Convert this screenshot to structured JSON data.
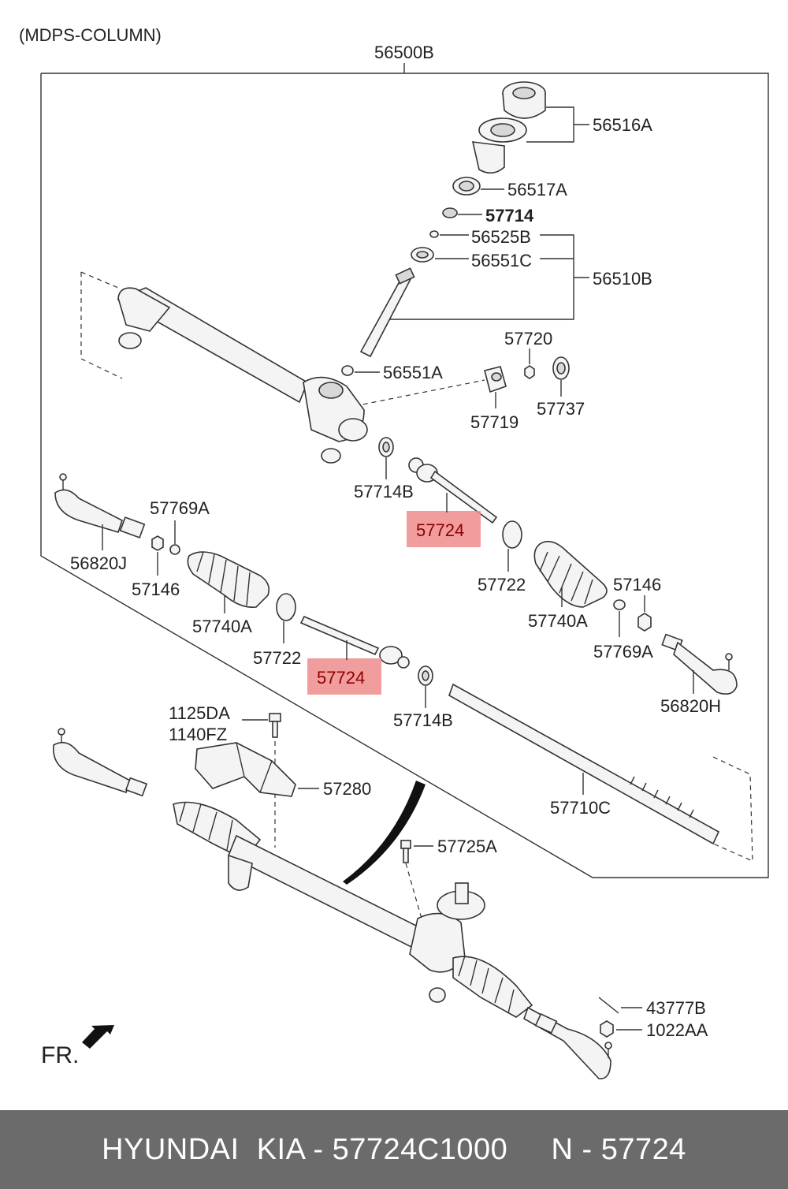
{
  "header": {
    "section": "(MDPS-COLUMN)",
    "assembly": "56500B"
  },
  "labels": {
    "p56516A": "56516A",
    "p56517A": "56517A",
    "p57714": "57714",
    "p56525B": "56525B",
    "p56551C": "56551C",
    "p56510B": "56510B",
    "p57720": "57720",
    "p56551A": "56551A",
    "p57719": "57719",
    "p57737": "57737",
    "p57714B_top": "57714B",
    "p57724_top": "57724",
    "p57769A_left": "57769A",
    "p56820J": "56820J",
    "p57146_left": "57146",
    "p57740A_left": "57740A",
    "p57722_right": "57722",
    "p57740A_right": "57740A",
    "p57146_right": "57146",
    "p57769A_right": "57769A",
    "p57722_left": "57722",
    "p57724_bottom": "57724",
    "p57714B_bottom": "57714B",
    "p56820H": "56820H",
    "p1125DA": "1125DA",
    "p1140FZ": "1140FZ",
    "p57280": "57280",
    "p57710C": "57710C",
    "p57725A": "57725A",
    "p43777B": "43777B",
    "p1022AA": "1022AA",
    "fr": "FR."
  },
  "highlight": {
    "part": "57724",
    "color": "#f08c8c"
  },
  "footer": {
    "text": "HYUNDAI  KIA - 57724C1000     N - 57724"
  }
}
